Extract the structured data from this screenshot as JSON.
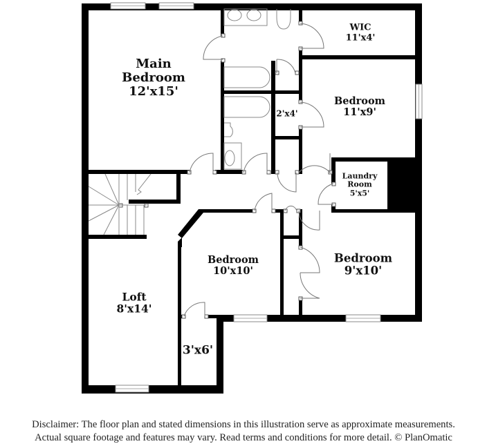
{
  "colors": {
    "wall": "#000000",
    "fixture": "#8a8a8a",
    "background": "#ffffff",
    "text": "#111111"
  },
  "rooms": {
    "main_bedroom": {
      "name_line1": "Main",
      "name_line2": "Bedroom",
      "size": "12'x15'"
    },
    "wic": {
      "name": "WIC",
      "size": "11'x4'"
    },
    "bedroom_ne": {
      "name": "Bedroom",
      "size": "11'x9'"
    },
    "closet_2x4": {
      "size": "2'x4'"
    },
    "laundry": {
      "name_line1": "Laundry",
      "name_line2": "Room",
      "size": "5'x5'"
    },
    "bedroom_center": {
      "name": "Bedroom",
      "size": "10'x10'"
    },
    "bedroom_se": {
      "name": "Bedroom",
      "size": "9'x10'"
    },
    "loft": {
      "name": "Loft",
      "size": "8'x14'"
    },
    "closet_3x6": {
      "size": "3'x6'"
    }
  },
  "disclaimer": {
    "line1": "Disclaimer: The floor plan and stated dimensions in this illustration serve as approximate measurements.",
    "line2": "Actual square footage and features may vary. Read terms and conditions for more detail. © PlanOmatic"
  }
}
